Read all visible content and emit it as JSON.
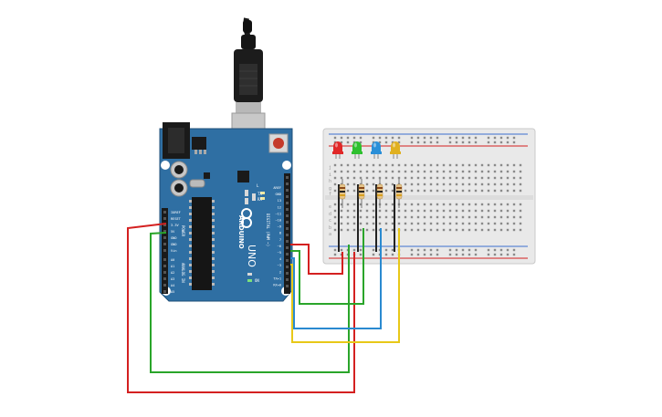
{
  "board": {
    "brand": "ARDUINO",
    "model": "UNO",
    "digital_label": "DIGITAL (PWM ~)",
    "analog_label": "ANALOG IN",
    "power_label": "POWER",
    "on_label": "ON",
    "tx_label": "TX",
    "rx_label": "RX",
    "l_label": "L",
    "digital_pins": [
      "AREF",
      "GND",
      "13",
      "12",
      "~11",
      "~10",
      "~9",
      "8",
      "7",
      "~6",
      "~5",
      "4",
      "~3",
      "2",
      "TX▸1",
      "RX◂0"
    ],
    "power_pins": [
      "IOREF",
      "RESET",
      "3.3V",
      "5V",
      "GND",
      "GND",
      "Vin"
    ],
    "analog_pins": [
      "A0",
      "A1",
      "A2",
      "A3",
      "A4",
      "A5"
    ]
  },
  "breadboard": {
    "row_labels_top": [
      "j",
      "i",
      "h",
      "g",
      "f"
    ],
    "row_labels_bottom": [
      "e",
      "d",
      "c",
      "b",
      "a"
    ]
  },
  "leds": [
    {
      "color": "#e02828",
      "name": "red"
    },
    {
      "color": "#2fc02f",
      "name": "green"
    },
    {
      "color": "#2a8fd8",
      "name": "blue"
    },
    {
      "color": "#e0b020",
      "name": "yellow"
    }
  ],
  "wire_colors": {
    "power": "#d42020",
    "ground": "#2aa52a",
    "blue": "#2a8ad0",
    "yellow": "#e8c818",
    "black": "#222222"
  }
}
